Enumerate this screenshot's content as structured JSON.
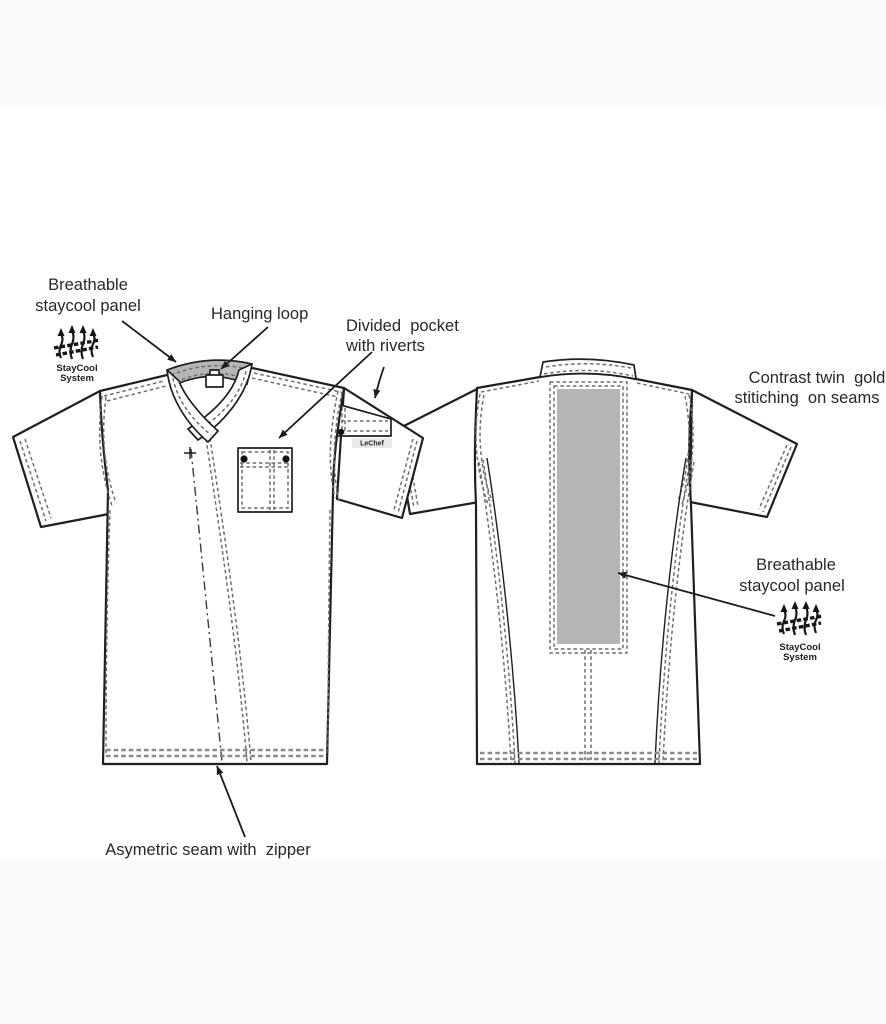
{
  "page": {
    "frame_background": "#f9fafc",
    "canvas_background": "#ffffff"
  },
  "colors": {
    "line": "#1f1f1f",
    "stitch": "#6f6f6f",
    "panel_gray": "#b5b5b5",
    "text": "#2b2627"
  },
  "annotations": {
    "front_panel_label": {
      "line1": "Breathable",
      "line2": "staycool panel"
    },
    "hanging_loop_label": "Hanging loop",
    "divided_pocket_label": {
      "line1": "Divided  pocket",
      "line2": "with riverts"
    },
    "contrast_label": {
      "line1": "Contrast twin  gold",
      "line2": "stitiching  on seams"
    },
    "back_panel_label": {
      "line1": "Breathable",
      "line2": "staycool panel"
    },
    "asym_label": "Asymetric seam with  zipper",
    "staycool_logo": {
      "line1": "StayCool",
      "line2": "System"
    },
    "sleeve_tag": "LeChef"
  }
}
